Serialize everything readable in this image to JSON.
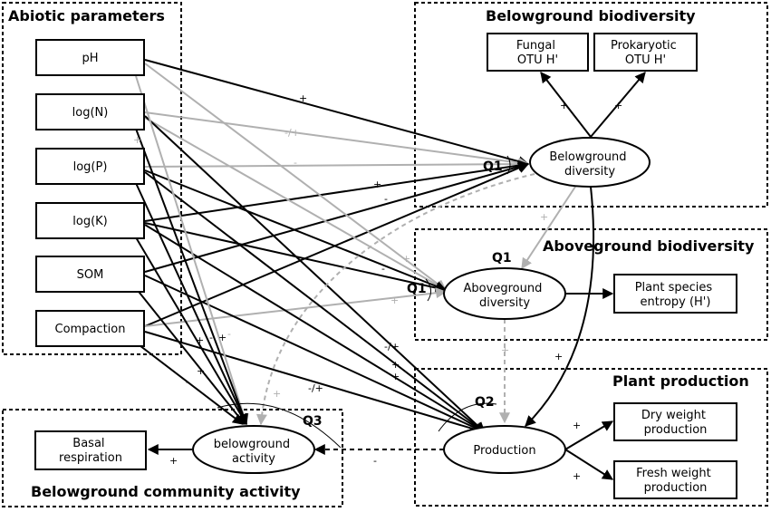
{
  "groups": {
    "abiotic": "Abiotic parameters",
    "belowground_biodiversity": "Belowground biodiversity",
    "aboveground_biodiversity": "Aboveground biodiversity",
    "plant_production": "Plant production",
    "belowground_activity": "Belowground community activity"
  },
  "nodes": {
    "ph": "pH",
    "logN": "log(N)",
    "logP": "log(P)",
    "logK": "log(K)",
    "som": "SOM",
    "compaction": "Compaction",
    "fungal": [
      "Fungal",
      "OTU H'"
    ],
    "prokaryotic": [
      "Prokaryotic",
      "OTU H'"
    ],
    "below_div": [
      "Belowground",
      "diversity"
    ],
    "above_div": [
      "Aboveground",
      "diversity"
    ],
    "plant_entropy": [
      "Plant species",
      "entropy (H')"
    ],
    "production": "Production",
    "dry": [
      "Dry weight",
      "production"
    ],
    "fresh": [
      "Fresh weight",
      "production"
    ],
    "below_act": [
      "belowground",
      "activity"
    ],
    "basal": [
      "Basal",
      "respiration"
    ]
  },
  "questions": {
    "q1_below": "Q1",
    "q1_above_top": "Q1",
    "q1_above_left": "Q1",
    "q2": "Q2",
    "q3": "Q3"
  },
  "edge_labels": {
    "ph_below": "+",
    "logN_below": "-/+",
    "logP_below": "-",
    "logK_below": "+",
    "logK_below2": "-",
    "stray_plus": "+",
    "below_fungal": "+",
    "below_prok": "+",
    "below_above": "+",
    "logK_above": "-",
    "logP_above": "+",
    "compaction_above": "+",
    "logN_prod": "-/+",
    "logK_prod": "+",
    "som_prod": "+",
    "compaction_prod": "-/+",
    "belowdiv_prod": "+",
    "prod_dry": "+",
    "prod_fresh": "+",
    "prod_act": "-",
    "act_basal": "+",
    "abiotic_act_1": "+",
    "abiotic_act_2": "-",
    "abiotic_act_3": "+",
    "abiotic_act_4": "-",
    "abiotic_act_5": "+",
    "abiotic_act_6": "-",
    "belowdiv_act": "+",
    "above_prod_gray": "+"
  },
  "colors": {
    "black_edge": "#000000",
    "gray_edge": "#b0b0b0"
  }
}
